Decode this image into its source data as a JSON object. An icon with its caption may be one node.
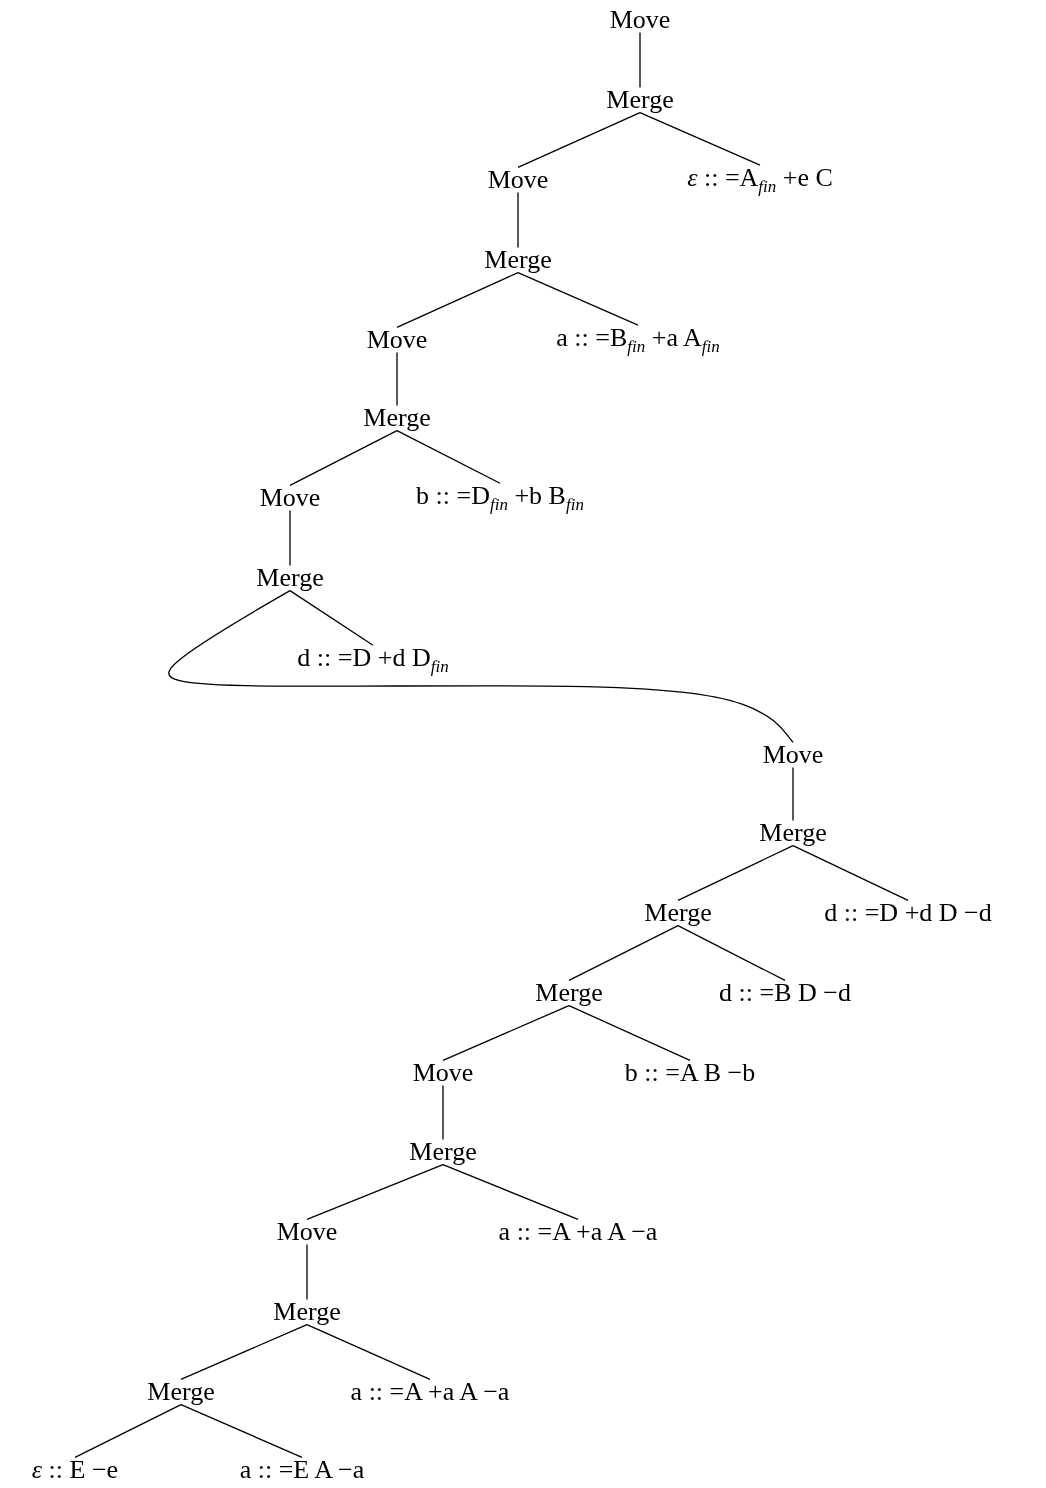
{
  "diagram": {
    "nodes": [
      {
        "text": [
          "Move"
        ]
      },
      {
        "text": [
          "Merge"
        ]
      },
      {
        "text": [
          "Move"
        ]
      },
      {
        "text": [
          "*ε* :: =A$_{fin}$ +e C"
        ]
      },
      {
        "text": [
          "Merge"
        ]
      },
      {
        "text": [
          "Move"
        ]
      },
      {
        "text": [
          "a :: =B$_{fin}$ +a A$_{fin}$"
        ]
      },
      {
        "text": [
          "Merge"
        ]
      },
      {
        "text": [
          "Move"
        ]
      },
      {
        "text": [
          "b :: =D$_{fin}$ +b B$_{fin}$"
        ]
      },
      {
        "text": [
          "Merge"
        ]
      },
      {
        "text": [
          "d :: =D +d D$_{fin}$"
        ]
      },
      {
        "text": [
          "Move"
        ]
      },
      {
        "text": [
          "Merge"
        ]
      },
      {
        "text": [
          "Merge"
        ]
      },
      {
        "text": [
          "d :: =D +d D −d"
        ]
      },
      {
        "text": [
          "Merge"
        ]
      },
      {
        "text": [
          "d :: =B D −d"
        ]
      },
      {
        "text": [
          "Move"
        ]
      },
      {
        "text": [
          "b :: =A B −b"
        ]
      },
      {
        "text": [
          "Merge"
        ]
      },
      {
        "text": [
          "Move"
        ]
      },
      {
        "text": [
          "a :: =A +a A −a"
        ]
      },
      {
        "text": [
          "Merge"
        ]
      },
      {
        "text": [
          "Merge"
        ]
      },
      {
        "text": [
          "a :: =A +a A −a"
        ]
      },
      {
        "text": [
          "*ε* :: E −e"
        ]
      },
      {
        "text": [
          "a :: =E A −a"
        ]
      }
    ],
    "edges": [
      {
        "from": 0,
        "to": 1,
        "arrow": "none"
      },
      {
        "from": 1,
        "to": 2,
        "arrow": "none"
      },
      {
        "from": 1,
        "to": 3,
        "arrow": "none"
      },
      {
        "from": 2,
        "to": 4,
        "arrow": "none"
      },
      {
        "from": 4,
        "to": 5,
        "arrow": "none"
      },
      {
        "from": 4,
        "to": 6,
        "arrow": "none"
      },
      {
        "from": 5,
        "to": 7,
        "arrow": "none"
      },
      {
        "from": 7,
        "to": 8,
        "arrow": "none"
      },
      {
        "from": 7,
        "to": 9,
        "arrow": "none"
      },
      {
        "from": 8,
        "to": 10,
        "arrow": "none"
      },
      {
        "from": 10,
        "to": 11,
        "arrow": "none"
      },
      {
        "from": 10,
        "to": 12,
        "arrow": "none"
      },
      {
        "from": 12,
        "to": 13,
        "arrow": "none"
      },
      {
        "from": 13,
        "to": 14,
        "arrow": "none"
      },
      {
        "from": 13,
        "to": 15,
        "arrow": "none"
      },
      {
        "from": 14,
        "to": 16,
        "arrow": "none"
      },
      {
        "from": 14,
        "to": 17,
        "arrow": "none"
      },
      {
        "from": 16,
        "to": 18,
        "arrow": "none"
      },
      {
        "from": 16,
        "to": 19,
        "arrow": "none"
      },
      {
        "from": 18,
        "to": 20,
        "arrow": "none"
      },
      {
        "from": 20,
        "to": 21,
        "arrow": "none"
      },
      {
        "from": 20,
        "to": 22,
        "arrow": "none"
      },
      {
        "from": 21,
        "to": 23,
        "arrow": "none"
      },
      {
        "from": 23,
        "to": 24,
        "arrow": "none"
      },
      {
        "from": 23,
        "to": 25,
        "arrow": "none"
      },
      {
        "from": 24,
        "to": 26,
        "arrow": "none"
      },
      {
        "from": 24,
        "to": 27,
        "arrow": "none"
      }
    ]
  }
}
